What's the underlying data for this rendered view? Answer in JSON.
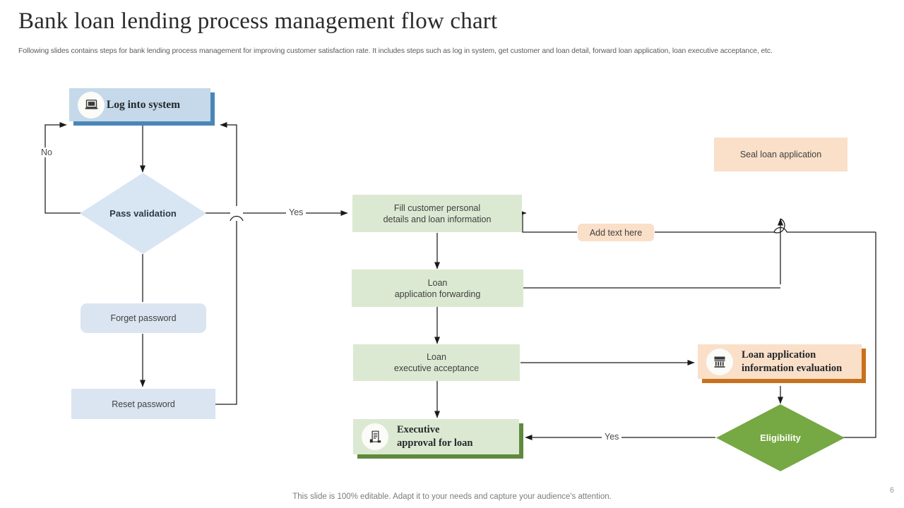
{
  "slide": {
    "title": "Bank loan lending process management flow chart",
    "subtitle": "Following slides contains steps for bank lending process management for improving customer satisfaction rate. It includes steps such as log in system, get customer and loan detail, forward loan application, loan executive acceptance, etc.",
    "footer": "This slide is 100% editable. Adapt it to your needs and capture your audience's attention.",
    "page_number": "6"
  },
  "colors": {
    "blue_fill": "#dbe5f1",
    "blue_accent": "#4a86b8",
    "green_fill": "#dce9d2",
    "green_accent": "#5f8a3d",
    "green_diamond": "#76a843",
    "peach_fill": "#fadfc9",
    "orange_accent": "#c8711d",
    "diamond_blue": "#d8e5f3",
    "connector": "#1a1a1a"
  },
  "nodes": {
    "log_into_system": {
      "label": "Log into system",
      "icon": "laptop-icon"
    },
    "pass_validation": {
      "label": "Pass validation"
    },
    "forget_password": {
      "label": "Forget password"
    },
    "reset_password": {
      "label": "Reset password"
    },
    "fill_customer_details": {
      "label": "Fill customer personal\ndetails and loan information"
    },
    "loan_application_forwarding": {
      "label": "Loan\napplication forwarding"
    },
    "loan_executive_acceptance": {
      "label": "Loan\nexecutive acceptance"
    },
    "executive_approval": {
      "label": "Executive\napproval for loan",
      "icon": "contract-document-icon"
    },
    "seal_loan_application": {
      "label": "Seal loan application"
    },
    "add_text_here": {
      "label": "Add text here"
    },
    "loan_application_evaluation": {
      "label": "Loan application\ninformation evaluation",
      "icon": "bank-building-icon"
    },
    "eligibility": {
      "label": "Eligibility"
    }
  },
  "edge_labels": {
    "no_validation": "No",
    "yes_validation": "Yes",
    "yes_eligibility": "Yes"
  }
}
